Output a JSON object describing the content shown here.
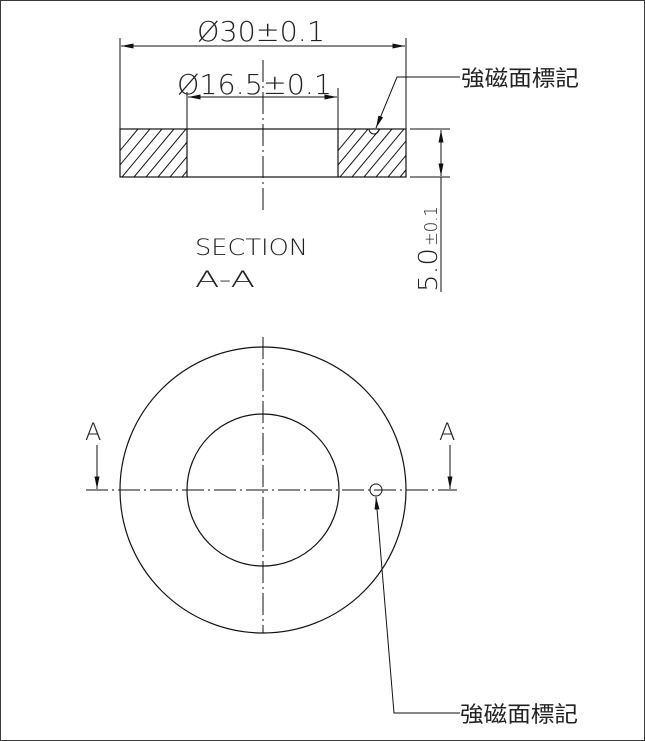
{
  "drawing": {
    "section_view": {
      "outer_diameter_label": "Ø30±0.1",
      "inner_diameter_label": "Ø16.5±0.1",
      "thickness_label": "5.0",
      "thickness_tolerance": "±0.1",
      "section_title": "SECTION",
      "section_id": "A-A",
      "marker_callout": "強磁面標記"
    },
    "plan_view": {
      "cut_label_left": "A",
      "cut_label_right": "A",
      "marker_callout": "強磁面標記"
    },
    "colors": {
      "line": "#111111",
      "text": "#222222",
      "frame": "#3a3a3a",
      "background": "#ffffff"
    }
  }
}
